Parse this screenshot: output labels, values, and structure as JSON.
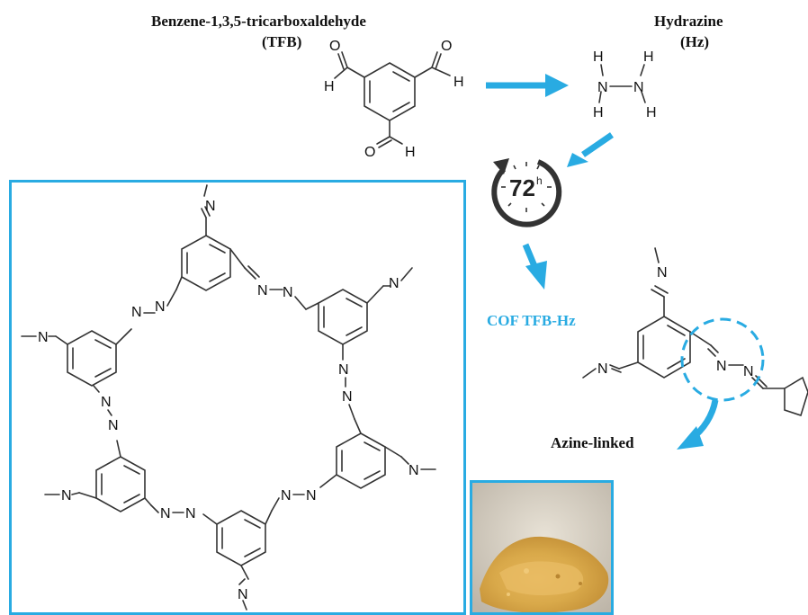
{
  "reagents": {
    "tfb_name": "Benzene-1,3,5-tricarboxaldehyde",
    "tfb_abbr": "(TFB)",
    "hz_name": "Hydrazine",
    "hz_abbr": "(Hz)"
  },
  "labels": {
    "time_value": "72",
    "time_unit": "h",
    "product": "COF TFB-Hz",
    "linkage": "Azine-linked"
  },
  "atoms": {
    "oxygen": "O",
    "hydrogen": "H",
    "nitrogen": "N"
  },
  "colors": {
    "accent": "#29ABE2",
    "bond": "#333333",
    "text": "#111111",
    "product_label": "#29ABE2",
    "powder": "#D9A94A"
  },
  "icons": {
    "arrow": "arrow-right-icon",
    "clock": "clock-icon",
    "highlight": "dashed-circle-icon"
  }
}
